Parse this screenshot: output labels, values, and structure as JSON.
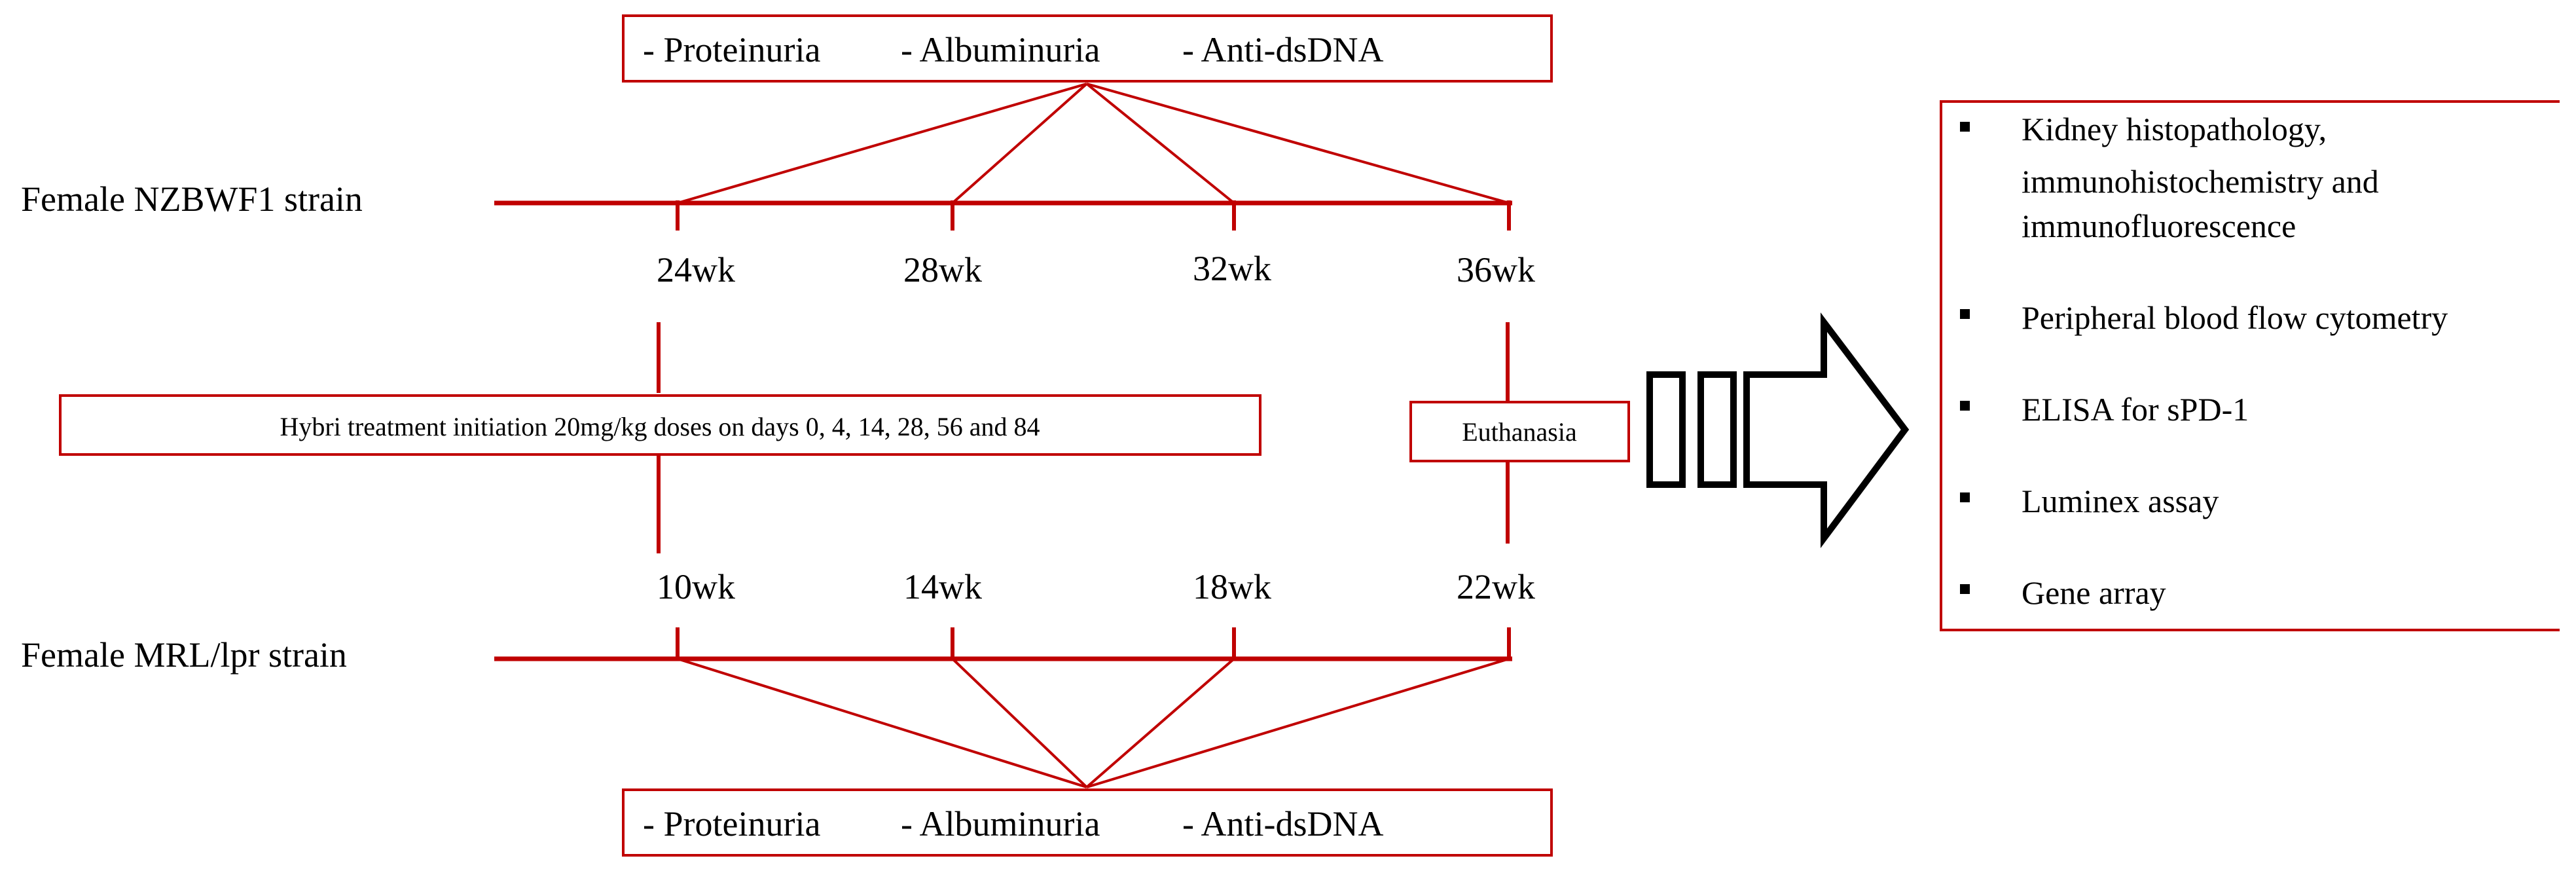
{
  "colors": {
    "accent": "#c00000",
    "arrow": "#000000",
    "background": "#ffffff"
  },
  "top_box": {
    "items": [
      "- Proteinuria",
      "- Albuminuria",
      "- Anti-dsDNA"
    ]
  },
  "bottom_box": {
    "items": [
      "- Proteinuria",
      "- Albuminuria",
      "- Anti-dsDNA"
    ]
  },
  "strain_top": {
    "label": "Female NZBWF1 strain",
    "ticks": [
      "24wk",
      "28wk",
      "32wk",
      "36wk"
    ]
  },
  "strain_bottom": {
    "label": "Female MRL/lpr strain",
    "ticks": [
      "10wk",
      "14wk",
      "18wk",
      "22wk"
    ]
  },
  "treatment_box": {
    "label": "Hybri treatment  initiation 20mg/kg  doses on days 0,  4,  14,  28,  56 and 84"
  },
  "euthanasia_box": {
    "label": "Euthanasia"
  },
  "arrow": {
    "icon": "block-arrow-right-icon"
  },
  "analysis_panel": {
    "bullet_icon": "square-bullet-icon",
    "items": [
      {
        "lines": [
          "Kidney histopathology,",
          "immunohistochemistry and",
          "immunofluorescence"
        ]
      },
      {
        "lines": [
          "Peripheral blood flow cytometry"
        ]
      },
      {
        "lines": [
          "ELISA for sPD-1"
        ]
      },
      {
        "lines": [
          "Luminex assay"
        ]
      },
      {
        "lines": [
          "Gene array"
        ]
      }
    ]
  }
}
